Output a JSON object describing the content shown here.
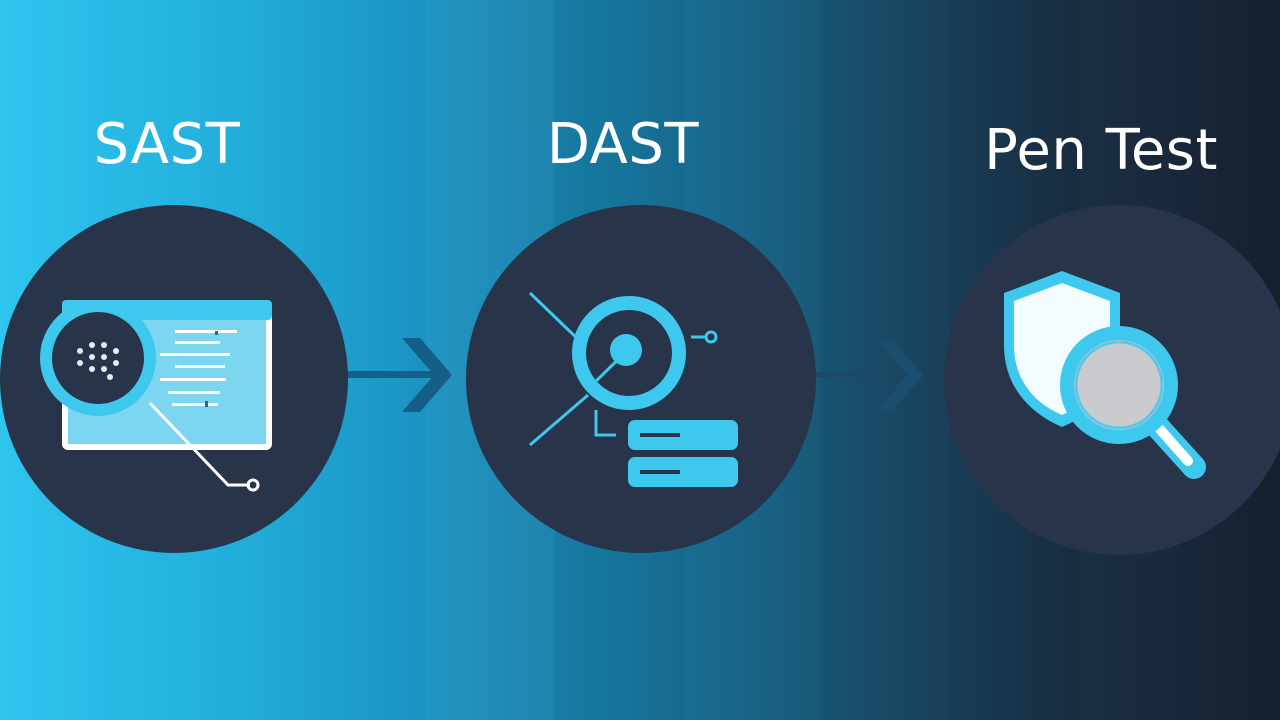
{
  "colors": {
    "accent": "#3ec8ee",
    "circle": "#28344a",
    "panel": "#7dd6ef",
    "title": "#ffffff"
  },
  "stages": [
    {
      "title": "SAST",
      "icon": "code-magnifier-icon"
    },
    {
      "title": "DAST",
      "icon": "target-database-icon"
    },
    {
      "title": "Pen Test",
      "icon": "shield-magnifier-icon"
    }
  ],
  "connectors": [
    {
      "from": "SAST",
      "to": "DAST",
      "icon": "arrow-right-icon"
    },
    {
      "from": "DAST",
      "to": "Pen Test",
      "icon": "arrow-right-icon"
    }
  ]
}
